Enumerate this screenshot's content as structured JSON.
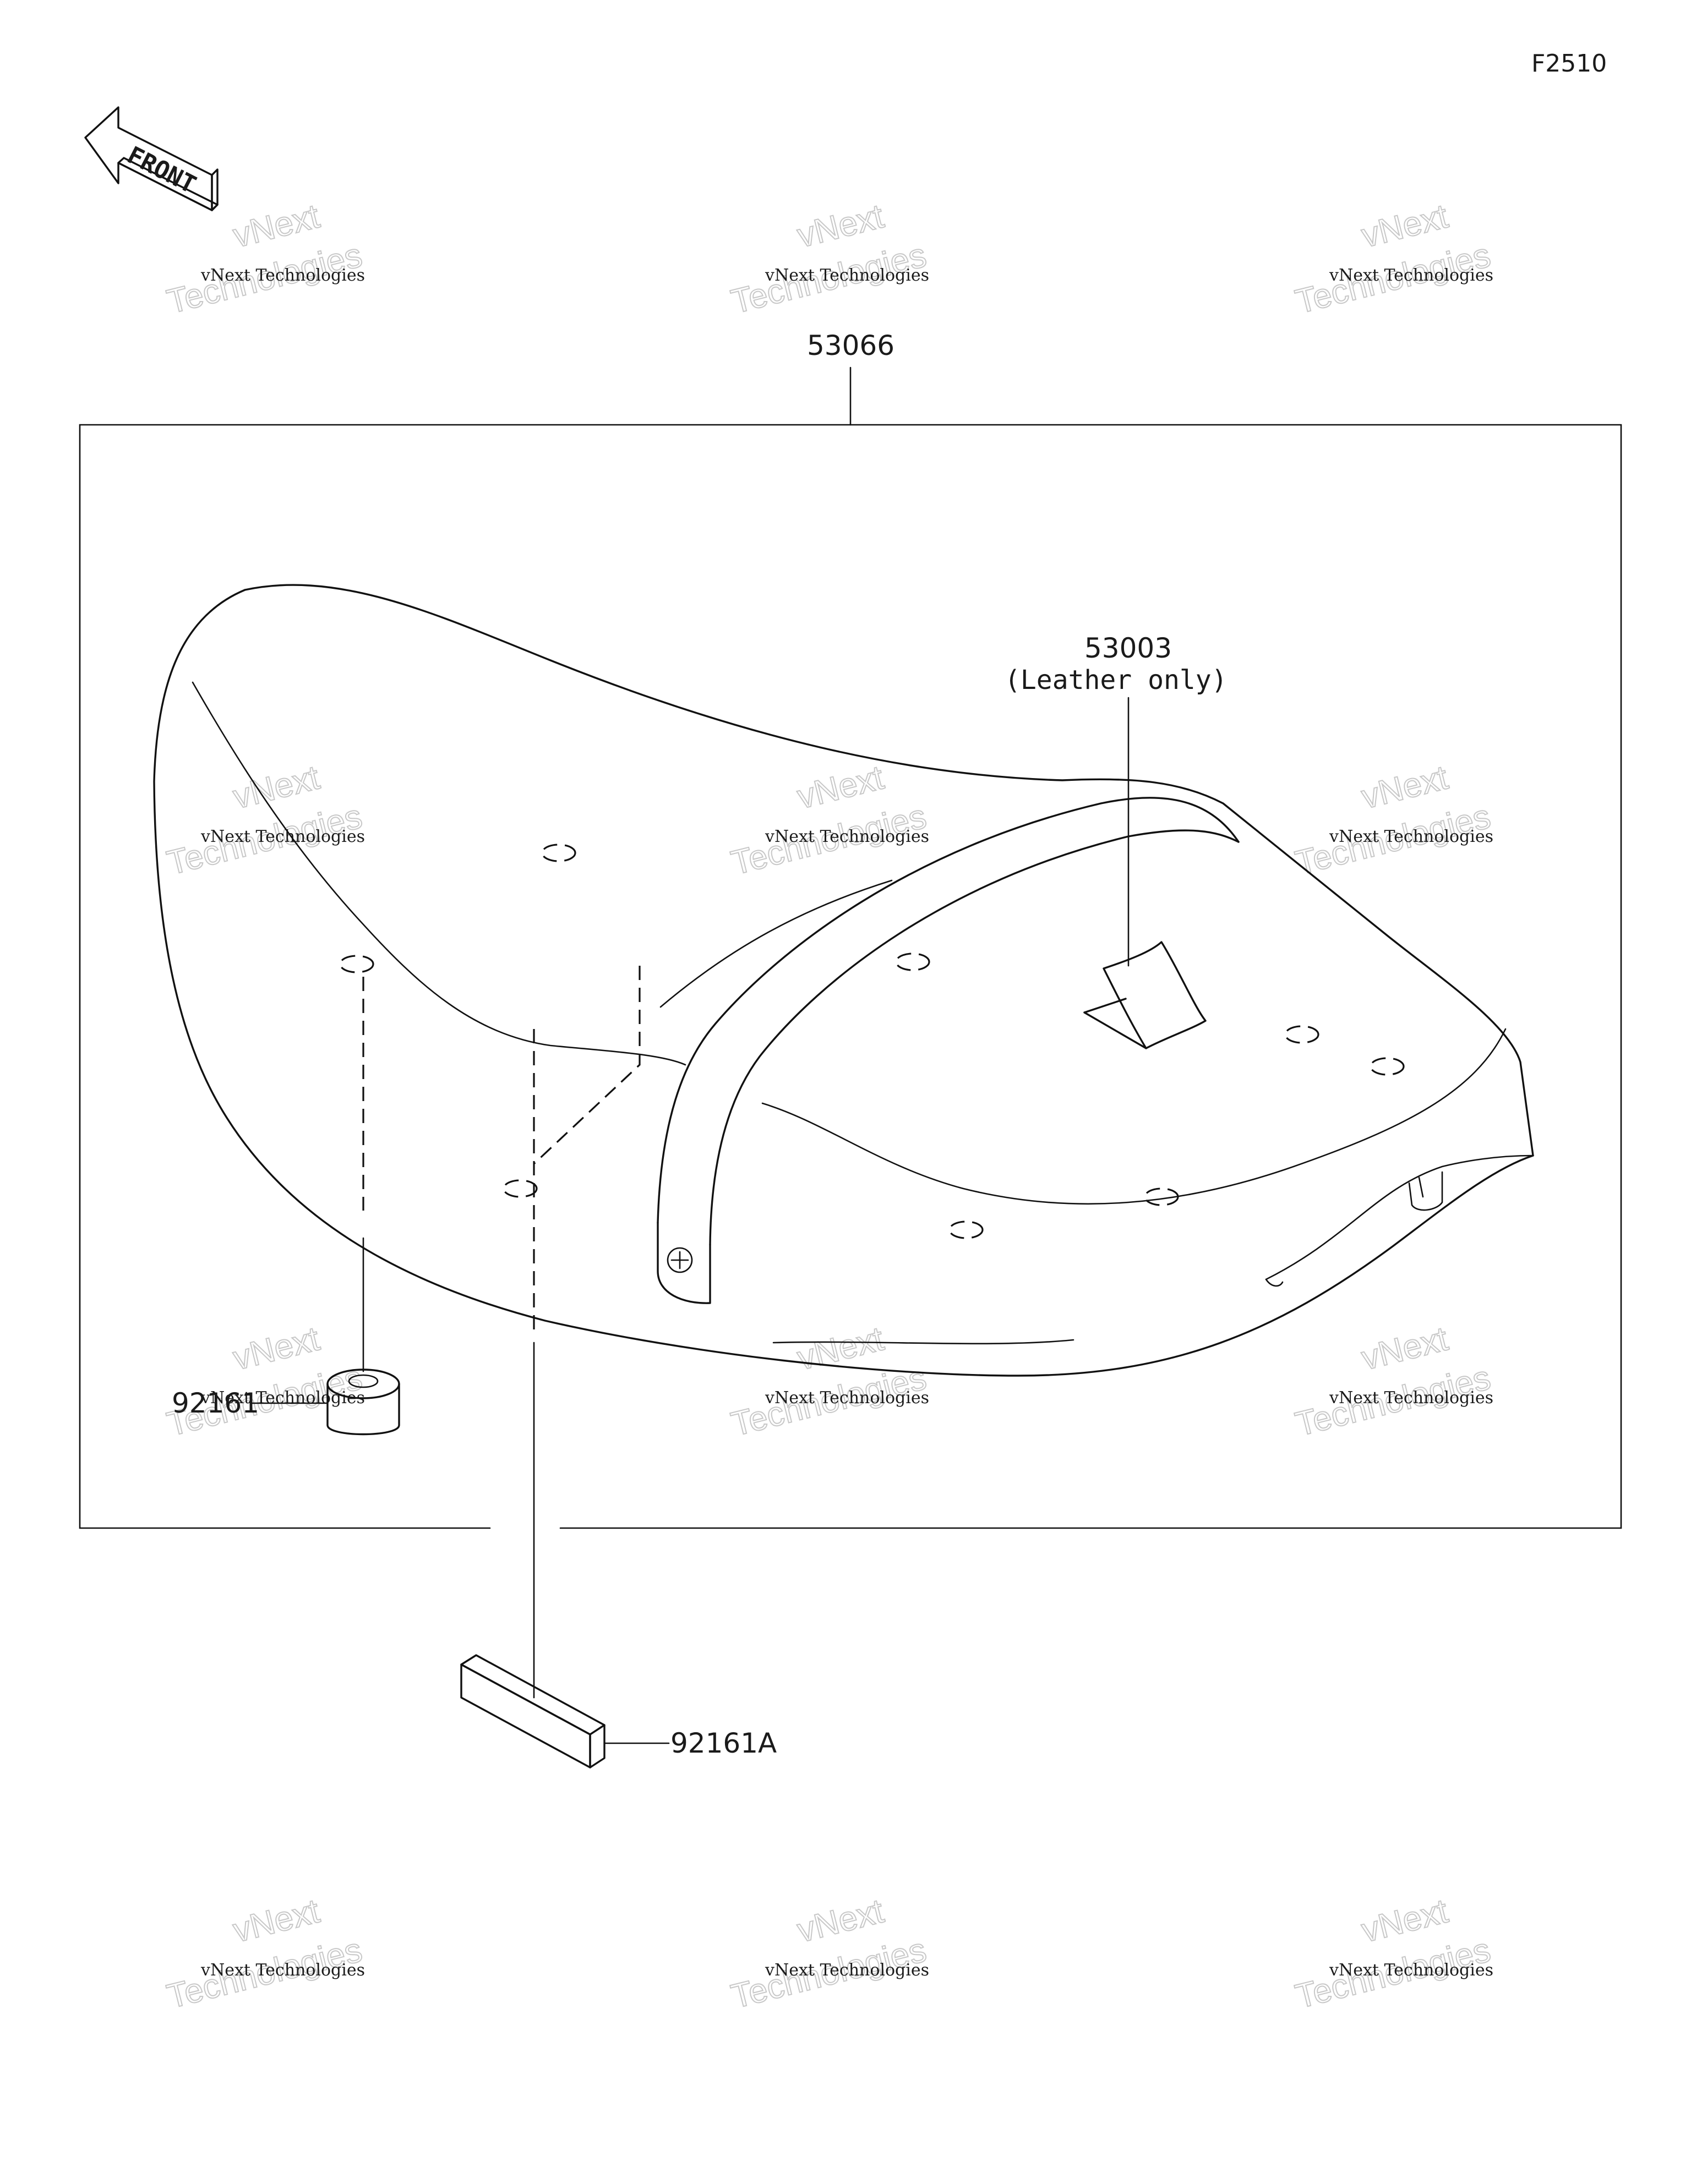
{
  "figure_code": "F2510",
  "front_arrow": {
    "text": "FRONT",
    "icon": "front-direction-arrow-icon"
  },
  "parts": {
    "seat_assembly": "53066",
    "cover_part": "53003",
    "cover_note": "(Leather only)",
    "damper": "92161",
    "pad": "92161A"
  },
  "watermark": {
    "line1": "vNext Technologies",
    "line2": "vNext",
    "line3": "Technologies"
  }
}
